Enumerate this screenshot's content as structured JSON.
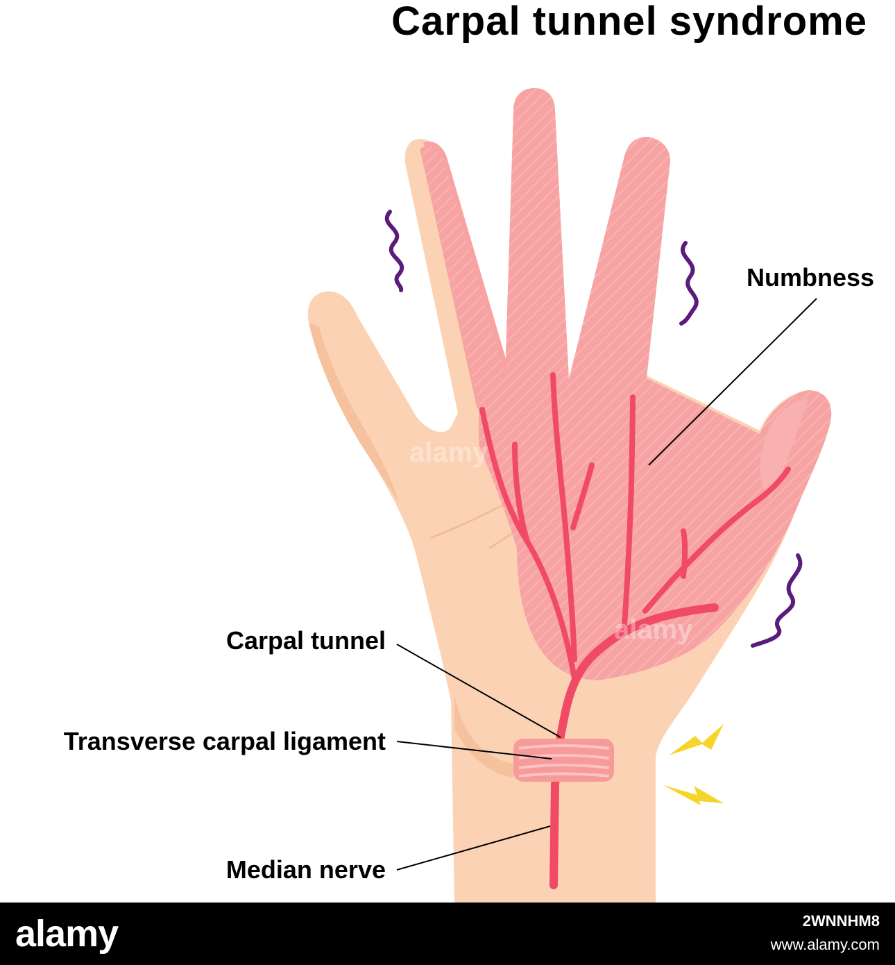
{
  "title": "Carpal tunnel syndrome",
  "labels": {
    "numbness": "Numbness",
    "carpal_tunnel": "Carpal tunnel",
    "transverse_carpal_ligament": "Transverse carpal ligament",
    "median_nerve": "Median nerve"
  },
  "colors": {
    "skin": "#fbd3b4",
    "skin_shadow": "#f6c29e",
    "numb_area": "#f7a3a3",
    "nerve": "#f04a67",
    "ligament": "#f79a9a",
    "tingle": "#5b1b7d",
    "pain_bolt": "#f6d52b"
  },
  "watermark": {
    "logo": "alamy",
    "image_id": "2WNNHM8",
    "site": "www.alamy.com"
  }
}
